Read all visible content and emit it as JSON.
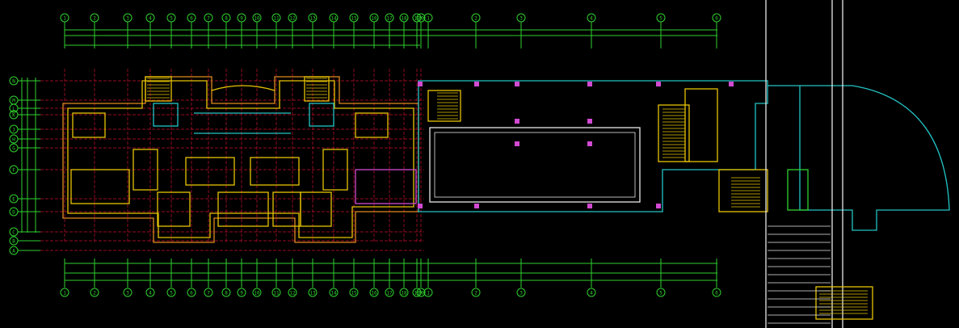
{
  "drawing": {
    "top_axis_labels": [
      "1",
      "2",
      "3",
      "4",
      "5",
      "6",
      "7",
      "8",
      "9",
      "10",
      "11",
      "12",
      "13",
      "14",
      "15",
      "16",
      "17",
      "18",
      "19",
      "20"
    ],
    "top_right_axis_labels": [
      "1",
      "2",
      "3",
      "4",
      "5",
      "6"
    ],
    "left_axis_labels": [
      "N",
      "M",
      "L",
      "K",
      "J",
      "H",
      "G",
      "F",
      "E",
      "D",
      "C",
      "B",
      "A"
    ],
    "colors": {
      "background": "#000000",
      "grid_red": "#c8102e",
      "dim_green": "#2fd12f",
      "wall_yellow": "#e6c400",
      "wall_orange": "#e08a1e",
      "wall_cyan": "#23c4c4",
      "magenta": "#d24ad2",
      "white": "#e8e8e8"
    }
  }
}
